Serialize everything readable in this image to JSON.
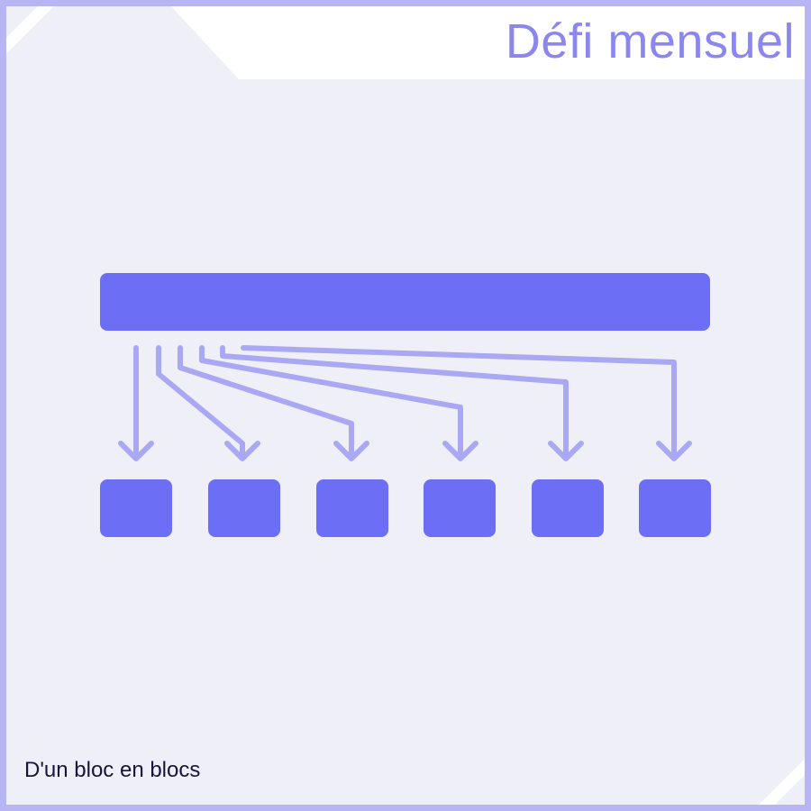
{
  "header": {
    "title": "Défi mensuel"
  },
  "footer": {
    "caption": "D'un bloc en blocs"
  },
  "diagram": {
    "source_block": "large-bar",
    "target_block_count": 6,
    "arrow_count": 6
  },
  "colors": {
    "outer_frame": "#b7b5f3",
    "panel_background": "#efeff8",
    "title_banner": "#ffffff",
    "block_fill": "#6d6ef6",
    "arrow_stroke": "#aaa8f3",
    "title_text": "#8b87ee",
    "caption_text": "#15163a"
  }
}
